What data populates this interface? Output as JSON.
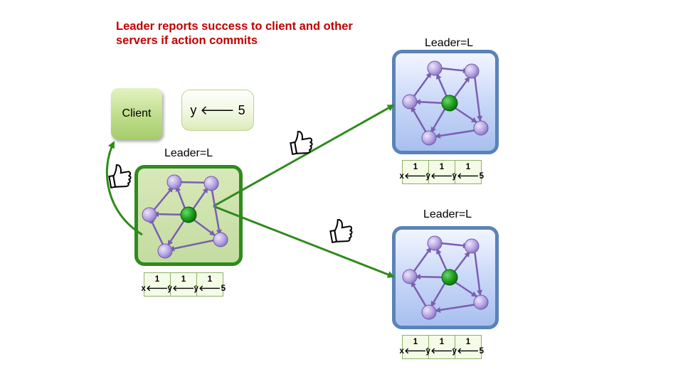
{
  "title": "Leader reports success to client and other servers if action commits",
  "client": {
    "label": "Client"
  },
  "command_bubble": {
    "text": "y 🡐 5"
  },
  "clusters": [
    {
      "leader_label": "Leader=L",
      "log": [
        {
          "term": "1",
          "command": "x🡐3"
        },
        {
          "term": "1",
          "command": "y🡐1"
        },
        {
          "term": "1",
          "command": "y🡐5"
        }
      ]
    },
    {
      "leader_label": "Leader=L",
      "log": [
        {
          "term": "1",
          "command": "x🡐3"
        },
        {
          "term": "1",
          "command": "y🡐1"
        },
        {
          "term": "1",
          "command": "y🡐5"
        }
      ]
    },
    {
      "leader_label": "Leader=L",
      "log": [
        {
          "term": "1",
          "command": "x🡐3"
        },
        {
          "term": "1",
          "command": "y🡐1"
        },
        {
          "term": "1",
          "command": "y🡐5"
        }
      ]
    }
  ],
  "colors": {
    "title": "#c00000",
    "leader_node": "#1f9d1f",
    "follower_node": "#b8a6e2",
    "edge": "#7a5fb0",
    "message_arrow": "#2f8b1c",
    "main_cluster_border": "#2f8b1c",
    "follower_cluster_border": "#5a83b8"
  },
  "icons": [
    "thumbs-up-icon",
    "thumbs-up-icon",
    "thumbs-up-icon"
  ]
}
